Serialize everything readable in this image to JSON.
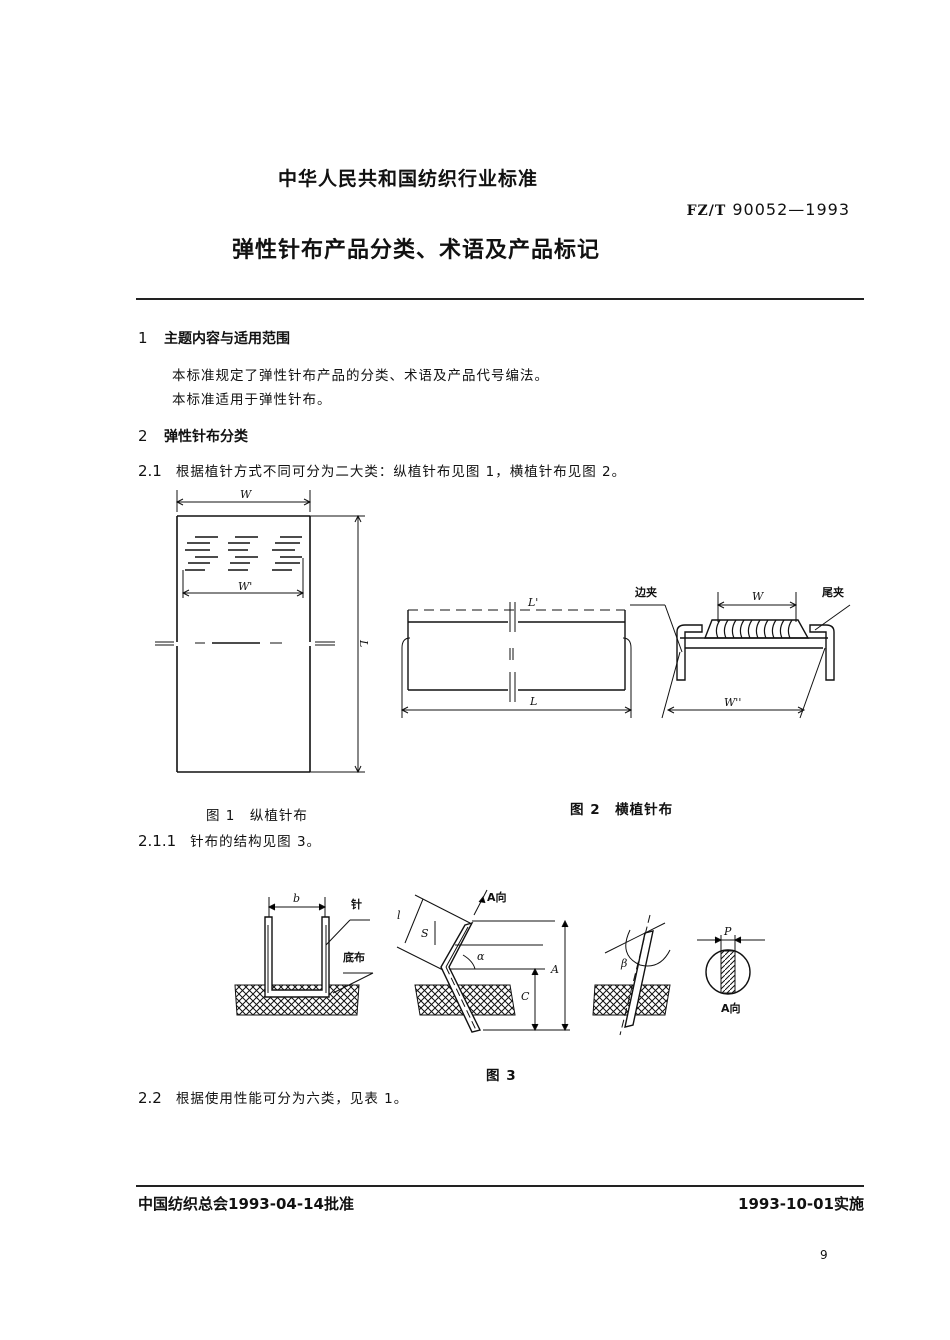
{
  "header": {
    "org_title": "中华人民共和国纺织行业标准",
    "std_prefix": "FZ/T",
    "std_number": "90052—1993",
    "doc_title": "弹性针布产品分类、术语及产品标记"
  },
  "sections": [
    {
      "num": "1",
      "title": "主题内容与适用范围",
      "paragraphs": [
        "本标准规定了弹性针布产品的分类、术语及产品代号编法。",
        "本标准适用于弹性针布。"
      ]
    },
    {
      "num": "2",
      "title": "弹性针布分类"
    }
  ],
  "clauses": {
    "c2_1": {
      "num": "2.1",
      "text": "根据植针方式不同可分为二大类：纵植针布见图 1，横植针布见图 2。"
    },
    "c2_1_1": {
      "num": "2.1.1",
      "text": "针布的结构见图 3。"
    },
    "c2_2": {
      "num": "2.2",
      "text": "根据使用性能可分为六类，见表 1。"
    }
  },
  "figures": {
    "fig1": {
      "caption": "图 1　纵植针布",
      "labels": {
        "w": "W",
        "w_prime": "W'",
        "l": "L"
      }
    },
    "fig2": {
      "caption": "图 2　横植针布",
      "labels": {
        "l_prime": "L'",
        "l": "L",
        "w": "W",
        "w_double_prime": "W''",
        "edge_clip": "边夹",
        "tail_clip": "尾夹"
      }
    },
    "fig3": {
      "caption": "图 3",
      "labels": {
        "b": "b",
        "needle": "针",
        "base_cloth": "底布",
        "a_direction": "A向",
        "l": "l",
        "s": "S",
        "alpha": "α",
        "a": "A",
        "c": "C",
        "beta": "β",
        "p": "P",
        "a_view": "A向"
      }
    }
  },
  "footer": {
    "approval": "中国纺织总会1993-04-14批准",
    "effective": "1993-10-01实施",
    "page_number": "9"
  }
}
